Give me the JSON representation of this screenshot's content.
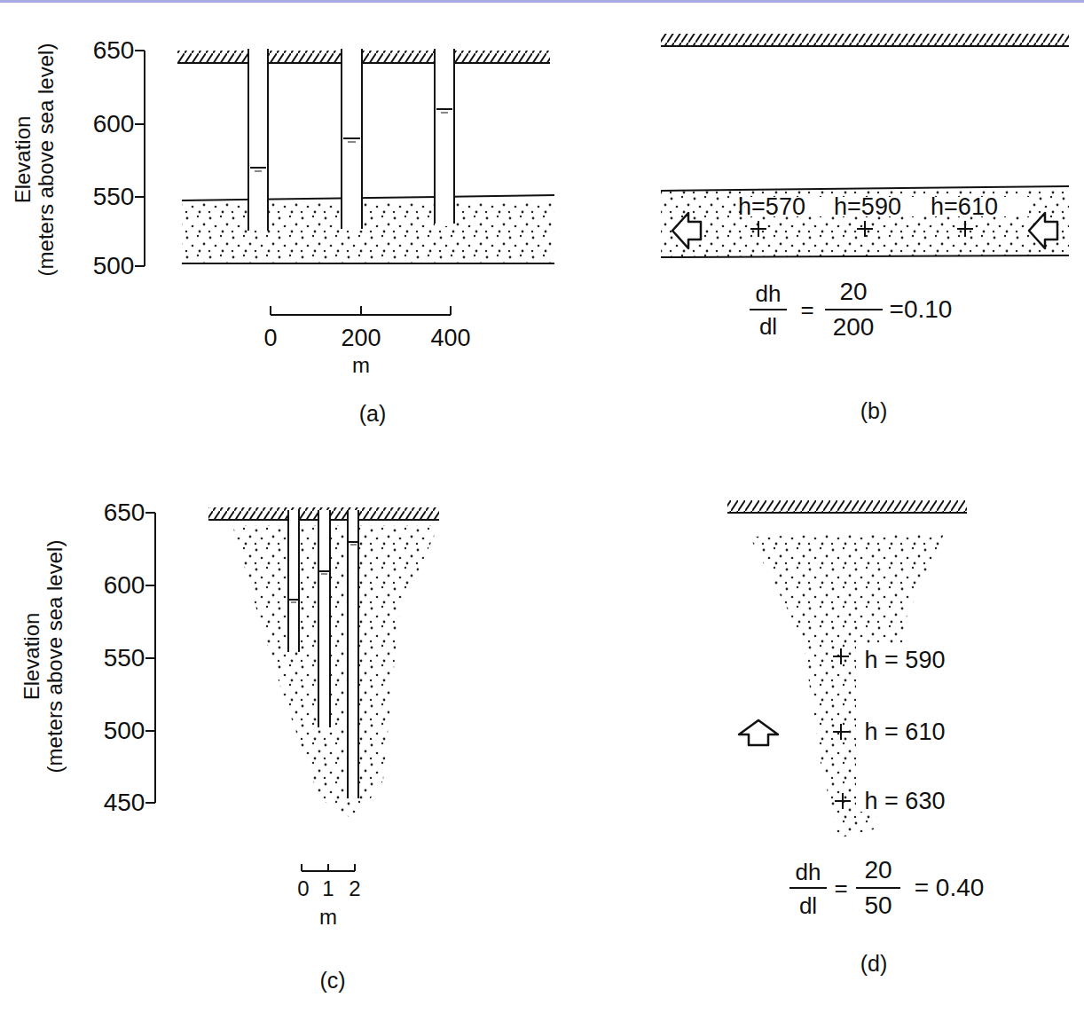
{
  "diagram": {
    "labels": [
      "650",
      "600",
      "550",
      "500",
      "Elevation",
      "(meters above sea level)",
      "0",
      "200",
      "400",
      "m",
      "(a)",
      "h=570",
      "h=590",
      "h=610",
      "dh",
      "dl",
      "=",
      "20",
      "200",
      "=0.10",
      "(b)",
      "650",
      "600",
      "550",
      "500",
      "450",
      "Elevation",
      "(meters above sea level)",
      "0",
      "1",
      "2",
      "m",
      "(c)",
      "h = 590",
      "h = 610",
      "h = 630",
      "dh",
      "dl",
      "=",
      "20",
      "50",
      "= 0.40",
      "(d)"
    ]
  }
}
